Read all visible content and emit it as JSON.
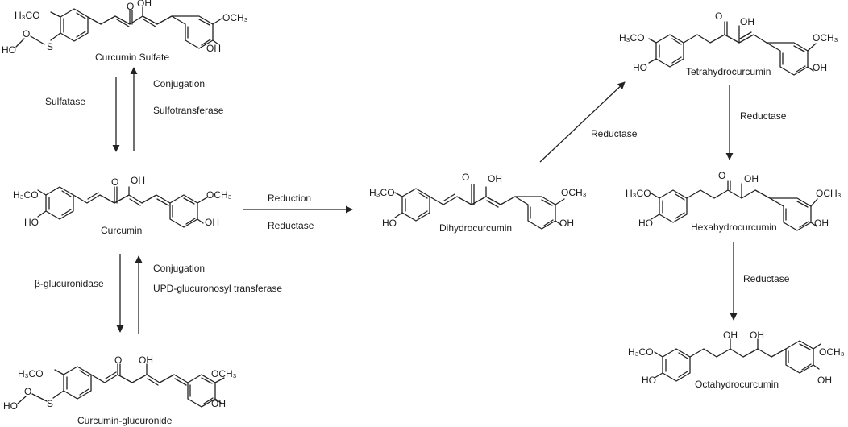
{
  "compounds": {
    "curcumin_sulfate": "Curcumin Sulfate",
    "curcumin": "Curcumin",
    "curcumin_glucuronide": "Curcumin-glucuronide",
    "dihydrocurcumin": "Dihydrocurcumin",
    "tetrahydrocurcumin": "Tetrahydrocurcumin",
    "hexahydrocurcumin": "Hexahydrocurcumin",
    "octahydrocurcumin": "Octahydrocurcumin"
  },
  "reactions": {
    "sulfatase": "Sulfatase",
    "conjugation_top": "Conjugation",
    "sulfotransferase": "Sulfotransferase",
    "reduction": "Reduction",
    "reductase_main": "Reductase",
    "beta_glucuronidase": "β-glucuronidase",
    "conjugation_bottom": "Conjugation",
    "upd_transferase": "UPD-glucuronosyl transferase",
    "reductase_dihydro_tetra": "Reductase",
    "reductase_tetra_hexa": "Reductase",
    "reductase_hexa_octa": "Reductase"
  },
  "atoms": {
    "methoxy_left": "H₃CO",
    "methoxy_right": "OCH₃",
    "hydroxyl_left": "HO",
    "hydroxyl_right": "OH",
    "ketone": "O",
    "enol": "OH",
    "sulfur": "S",
    "peroxy": "HO",
    "peroxy_o": "O"
  }
}
